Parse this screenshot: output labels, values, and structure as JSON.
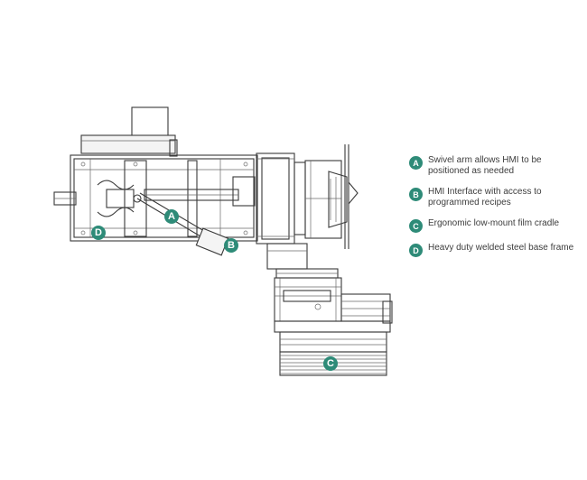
{
  "colors": {
    "accent": "#2e8b78",
    "line": "#3a3a3a",
    "text": "#3d3d3d"
  },
  "markers": [
    {
      "letter": "A"
    },
    {
      "letter": "B"
    },
    {
      "letter": "C"
    },
    {
      "letter": "D"
    }
  ],
  "legend": [
    {
      "letter": "A",
      "text": "Swivel arm allows HMI to be positioned as needed"
    },
    {
      "letter": "B",
      "text": "HMI Interface with access to programmed recipes"
    },
    {
      "letter": "C",
      "text": "Ergonomic low-mount film cradle"
    },
    {
      "letter": "D",
      "text": "Heavy duty welded steel base frame"
    }
  ]
}
